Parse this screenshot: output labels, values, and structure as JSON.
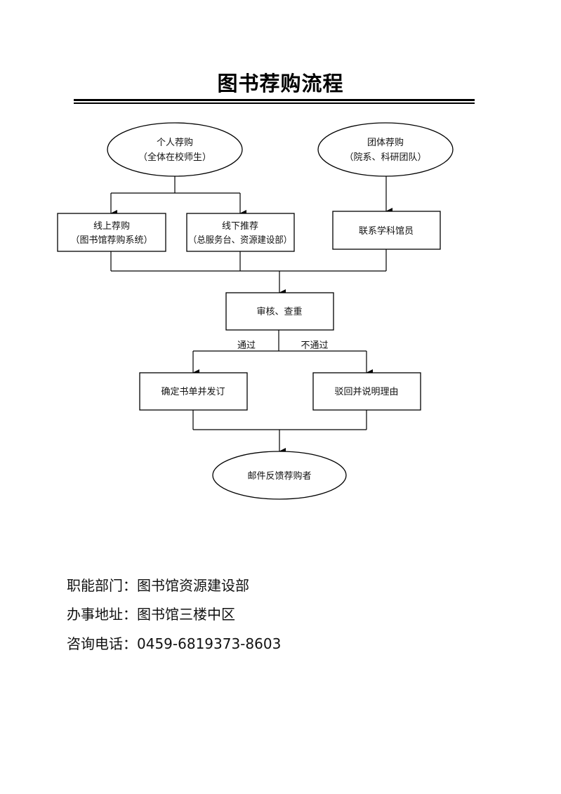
{
  "title": "图书荐购流程",
  "flowchart": {
    "nodes": {
      "personal": {
        "shape": "ellipse",
        "line1": "个人荐购",
        "line2": "（全体在校师生）"
      },
      "group": {
        "shape": "ellipse",
        "line1": "团体荐购",
        "line2": "（院系、科研团队）"
      },
      "online": {
        "shape": "rect",
        "line1": "线上荐购",
        "line2": "（图书馆荐购系统）"
      },
      "offline": {
        "shape": "rect",
        "line1": "线下推荐",
        "line2": "（总服务台、资源建设部）"
      },
      "liaison": {
        "shape": "rect",
        "line1": "联系学科馆员"
      },
      "review": {
        "shape": "rect",
        "line1": "审核、查重"
      },
      "confirm": {
        "shape": "rect",
        "line1": "确定书单并发订"
      },
      "reject": {
        "shape": "rect",
        "line1": "驳回并说明理由"
      },
      "notify": {
        "shape": "ellipse",
        "line1": "邮件反馈荐购者"
      }
    },
    "edges": [
      {
        "from": "personal",
        "to": "online"
      },
      {
        "from": "personal",
        "to": "offline"
      },
      {
        "from": "group",
        "to": "liaison"
      },
      {
        "from": "online",
        "to": "review"
      },
      {
        "from": "offline",
        "to": "review"
      },
      {
        "from": "liaison",
        "to": "review"
      },
      {
        "from": "review",
        "to": "confirm",
        "label": "通过"
      },
      {
        "from": "review",
        "to": "reject",
        "label": "不通过"
      },
      {
        "from": "confirm",
        "to": "notify"
      },
      {
        "from": "reject",
        "to": "notify"
      }
    ],
    "labels": {
      "pass": "通过",
      "fail": "不通过"
    }
  },
  "footer": {
    "department": "职能部门：图书馆资源建设部",
    "address": "办事地址：图书馆三楼中区",
    "phone": "咨询电话：0459-6819373-8603"
  }
}
